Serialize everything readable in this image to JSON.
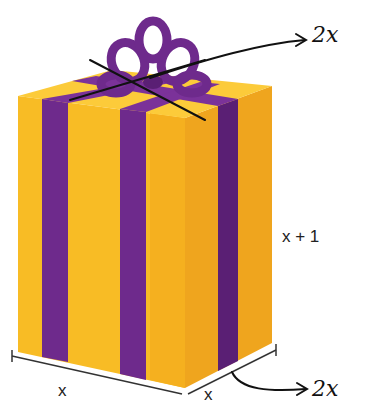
{
  "diagram": {
    "labels": [
      "2x",
      "x + 1",
      "x",
      "x",
      "2x"
    ]
  }
}
